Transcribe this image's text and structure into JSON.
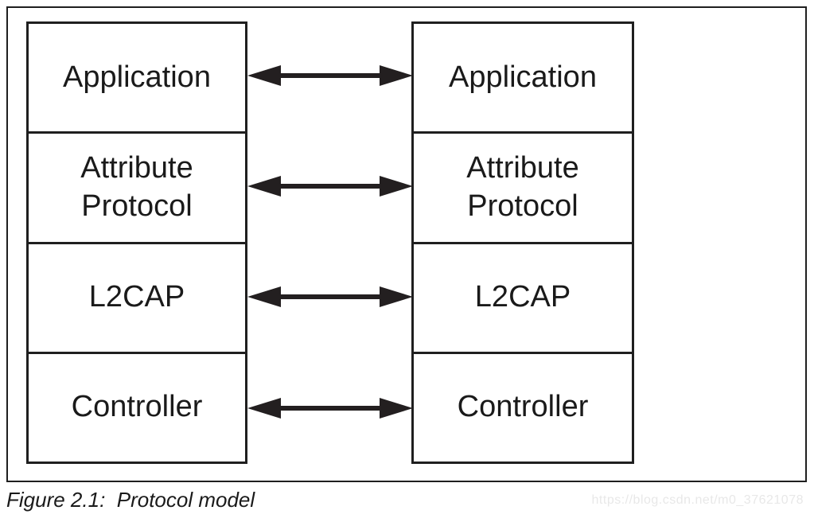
{
  "figure": {
    "caption": "Figure 2.1:  Protocol model",
    "watermark": "https://blog.csdn.net/m0_37621078"
  },
  "diagram": {
    "stacks": [
      {
        "id": "left-device",
        "layers": [
          "Application",
          "Attribute Protocol",
          "L2CAP",
          "Controller"
        ]
      },
      {
        "id": "right-device",
        "layers": [
          "Application",
          "Attribute Protocol",
          "L2CAP",
          "Controller"
        ]
      }
    ],
    "arrows": [
      {
        "connects": "Application",
        "style": "double-headed"
      },
      {
        "connects": "Attribute Protocol",
        "style": "double-headed"
      },
      {
        "connects": "L2CAP",
        "style": "double-headed"
      },
      {
        "connects": "Controller",
        "style": "double-headed"
      }
    ],
    "colors": {
      "line": "#1f1f1f",
      "text": "#1a1a1a",
      "watermark": "#e8e8e8",
      "background": "#ffffff"
    }
  }
}
